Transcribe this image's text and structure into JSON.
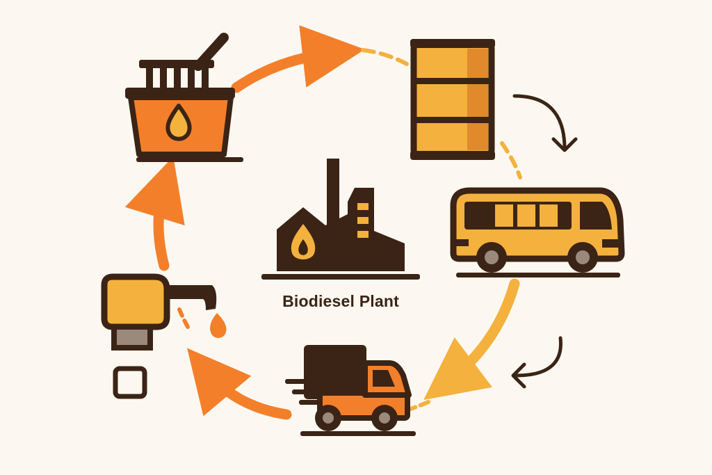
{
  "center": {
    "label": "Biodiesel Plant",
    "icon": "factory-icon"
  },
  "nodes": [
    {
      "id": "fryer",
      "icon": "fryer-basket-icon"
    },
    {
      "id": "barrel",
      "icon": "oil-barrel-icon"
    },
    {
      "id": "bus",
      "icon": "bus-icon"
    },
    {
      "id": "truck",
      "icon": "delivery-truck-icon"
    },
    {
      "id": "nozzle",
      "icon": "fuel-nozzle-icon"
    }
  ],
  "colors": {
    "background": "#fcf8f1",
    "outline": "#3b2415",
    "orange": "#f47f2a",
    "amber": "#f4b13d",
    "amber_dark": "#e08a2c",
    "gray": "#9b8a7c"
  }
}
